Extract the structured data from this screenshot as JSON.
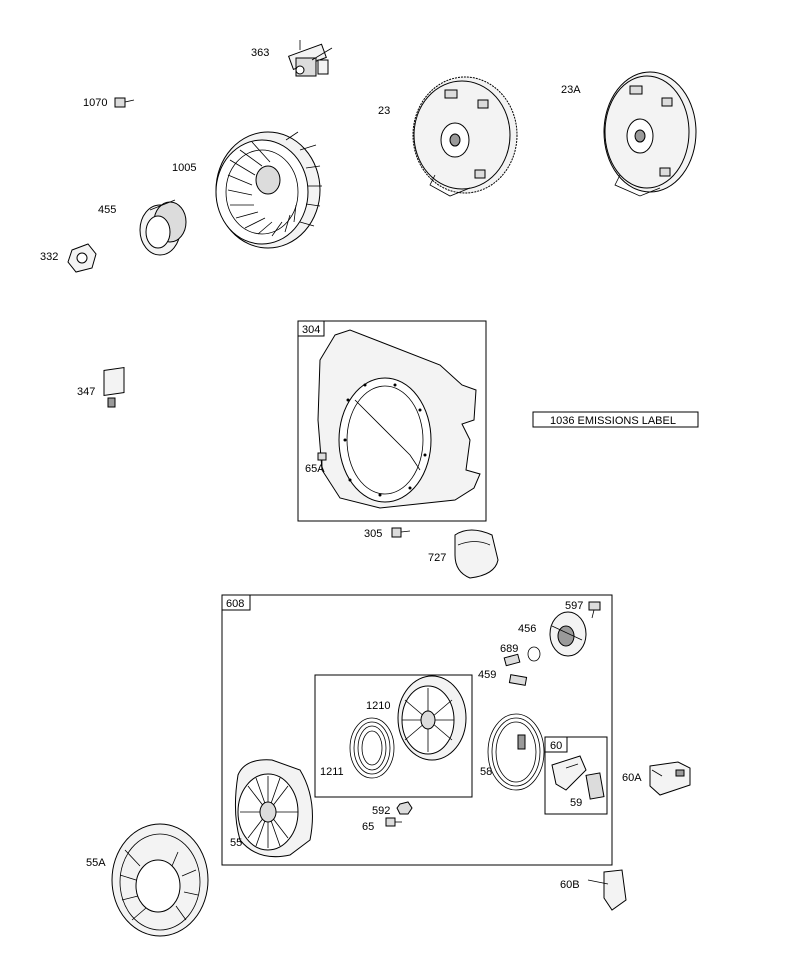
{
  "labels": {
    "p363": "363",
    "p1070": "1070",
    "p23": "23",
    "p23A": "23A",
    "p1005": "1005",
    "p455": "455",
    "p332": "332",
    "p304": "304",
    "p347": "347",
    "p65A": "65A",
    "emissions": "1036 EMISSIONS LABEL",
    "p305": "305",
    "p727": "727",
    "p608": "608",
    "p597": "597",
    "p456": "456",
    "p689": "689",
    "p459": "459",
    "p1210": "1210",
    "p1211": "1211",
    "p58": "58",
    "p60": "60",
    "p60A": "60A",
    "p59": "59",
    "p592": "592",
    "p65": "65",
    "p55": "55",
    "p55A": "55A",
    "p60B": "60B"
  },
  "colors": {
    "line": "#000000",
    "part_fill": "#f3f3f3",
    "shade": "#9a9a9a"
  }
}
